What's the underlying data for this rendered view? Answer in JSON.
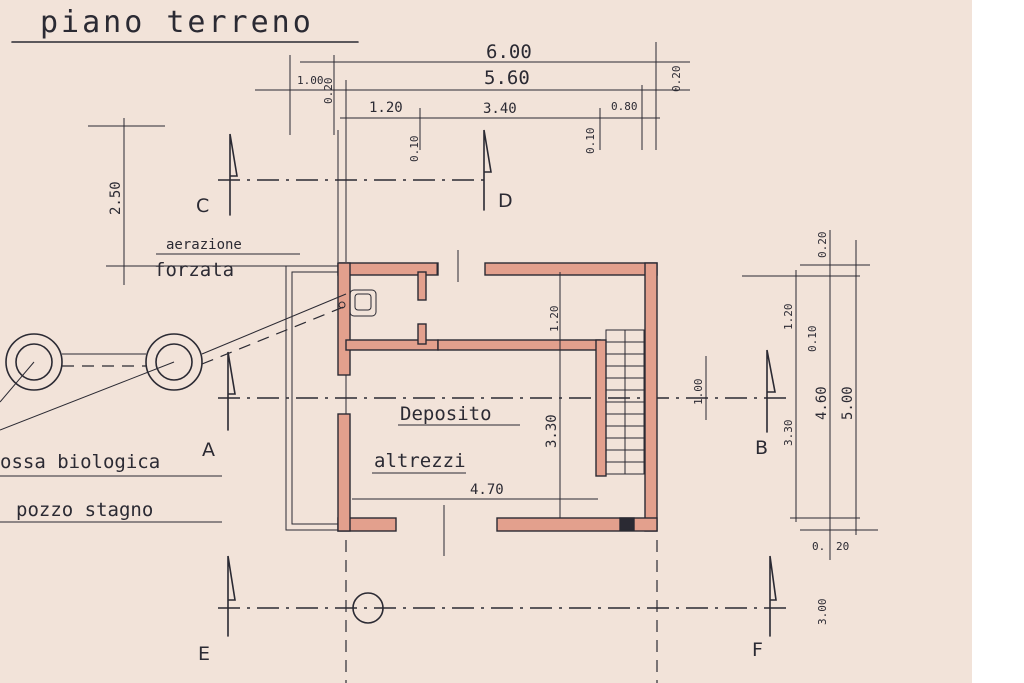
{
  "title": "piano terreno",
  "room": {
    "name": "Deposito",
    "subtitle": "altrezzi"
  },
  "notes": {
    "ventilation_1": "aerazione",
    "ventilation_2": "forzata",
    "septic": "ossa biologica",
    "well": "pozzo stagno"
  },
  "sections": [
    "A",
    "B",
    "C",
    "D",
    "E",
    "F"
  ],
  "dimensions": {
    "top_overall": "6.00",
    "top_inner": "5.60",
    "top_left_offset": "1.00",
    "top_left_small": "0.20",
    "top_right_small": "0.20",
    "seg_1": "1.20",
    "seg_2": "3.40",
    "seg_3": "0.80",
    "wall_1": "0.10",
    "wall_2": "0.10",
    "vertical_left": "2.50",
    "room_width": "4.70",
    "room_depth": "3.30",
    "inner_depth": "1.20",
    "door": "1.00",
    "right_top": "0.20",
    "right_1": "1.20",
    "right_wall": "0.10",
    "right_mid": "4.60",
    "right_overall": "5.00",
    "right_inner": "3.30",
    "bottom_a": "0.",
    "bottom_b": "20",
    "bottom_ext": "3.00"
  }
}
